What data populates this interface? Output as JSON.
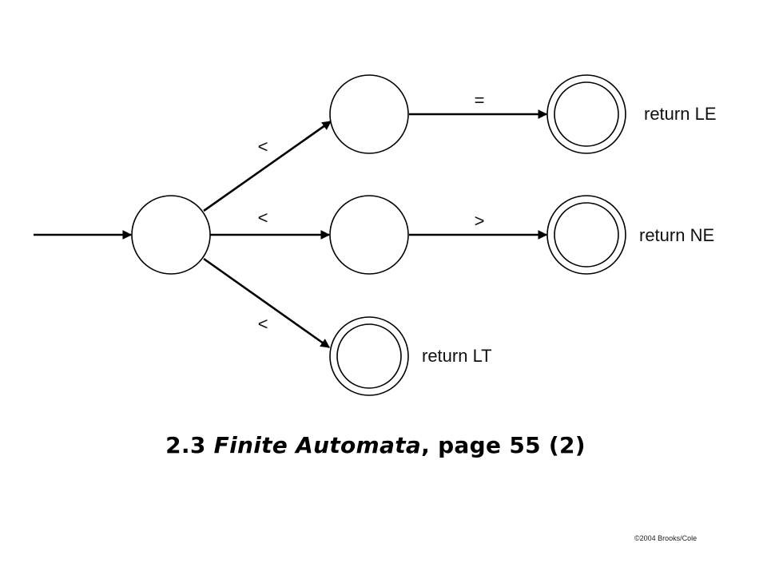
{
  "diagram": {
    "edge_labels": {
      "start_to_s1": "<",
      "start_to_s2": "<",
      "start_to_s3": "<",
      "s1_to_le": "=",
      "s2_to_ne": ">"
    },
    "outputs": {
      "le": "return LE",
      "ne": "return NE",
      "lt": "return LT"
    }
  },
  "caption": {
    "number": "2.3 ",
    "title": "Finite Automata",
    "rest": ", page 55 (2)"
  },
  "copyright": "©2004 Brooks/Cole"
}
